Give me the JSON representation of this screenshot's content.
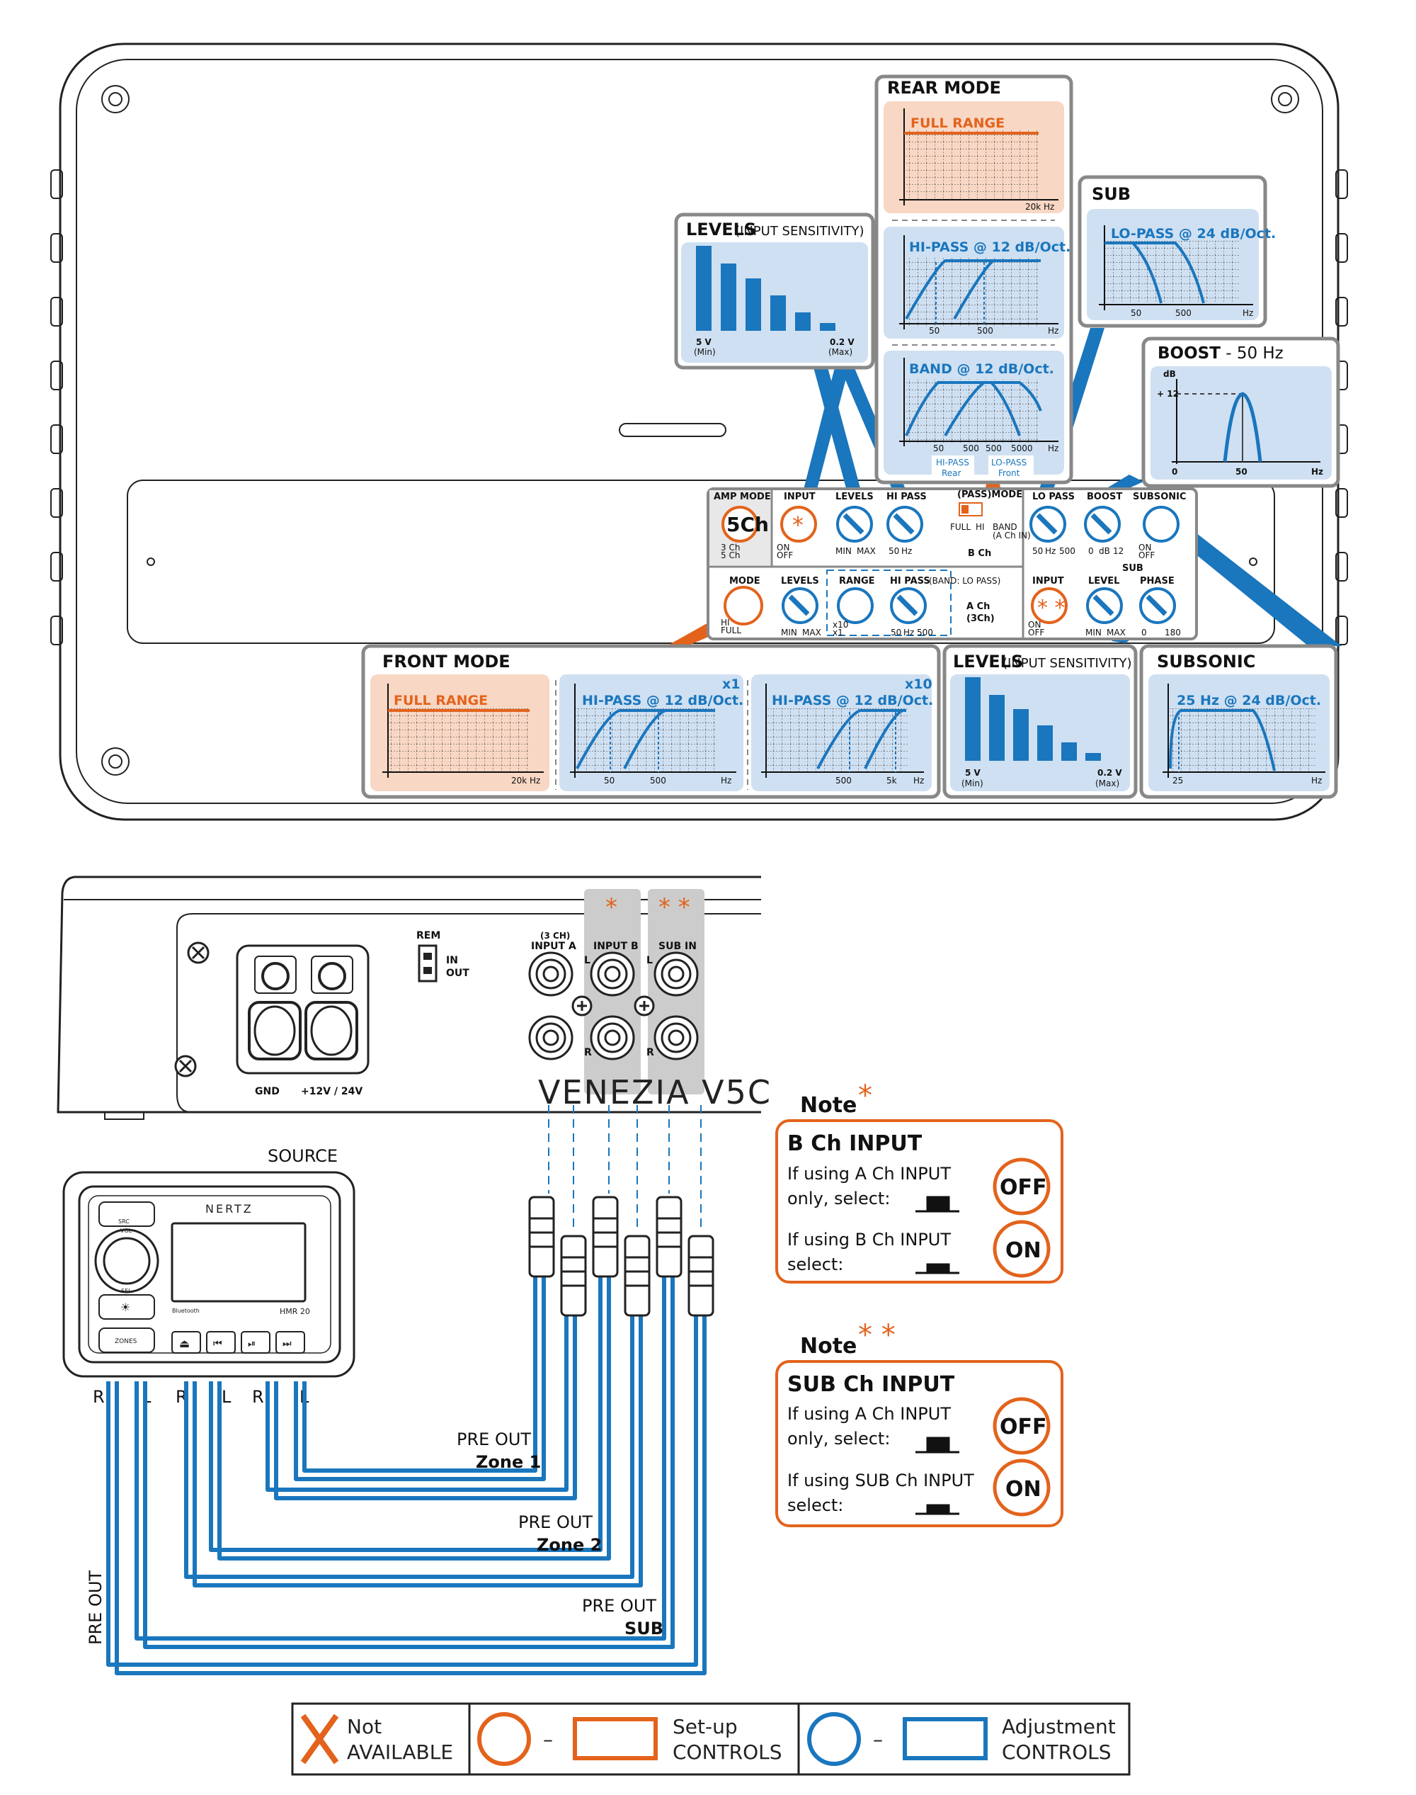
{
  "panels": {
    "rear_mode": {
      "title": "REAR MODE",
      "full_range": "FULL RANGE",
      "full_range_hz": "20k Hz",
      "hipass": "HI-PASS @ 12 dB/Oct.",
      "hipass_ticks": [
        "50",
        "500",
        "Hz"
      ],
      "band": "BAND @ 12 dB/Oct.",
      "band_ticks": [
        "50",
        "500",
        "500",
        "5000",
        "Hz"
      ],
      "band_hp_label": "HI-PASS",
      "band_hp_sub": "Rear",
      "band_lp_label": "LO-PASS",
      "band_lp_sub": "Front"
    },
    "levels_top": {
      "title": "LEVELS",
      "subtitle": "(INPUT SENSITIVITY)",
      "min_v": "5 V",
      "min_l": "(Min)",
      "max_v": "0.2 V",
      "max_l": "(Max)",
      "bar_levels": [
        1.0,
        0.79,
        0.62,
        0.42,
        0.22,
        0.09
      ]
    },
    "sub": {
      "title": "SUB",
      "lopass": "LO-PASS @ 24 dB/Oct.",
      "ticks": [
        "50",
        "500",
        "Hz"
      ]
    },
    "boost": {
      "title": "BOOST",
      "title_sep": " - ",
      "title_freq": "50 Hz",
      "db": "dB",
      "plus12": "+ 12",
      "zero": "0",
      "fifty": "50",
      "hz": "Hz"
    },
    "front_mode": {
      "title": "FRONT MODE",
      "full_range": "FULL RANGE",
      "full_range_hz": "20k Hz",
      "hipass": "HI-PASS @ 12 dB/Oct.",
      "x1": "x1",
      "x1_ticks": [
        "50",
        "500",
        "Hz"
      ],
      "x10": "x10",
      "x10_ticks": [
        "500",
        "5k",
        "Hz"
      ]
    },
    "levels_bottom": {
      "title": "LEVELS",
      "subtitle": "(INPUT SENSITIVITY)",
      "min_v": "5 V",
      "min_l": "(Min)",
      "max_v": "0.2 V",
      "max_l": "(Max)",
      "bar_levels": [
        1.0,
        0.79,
        0.62,
        0.42,
        0.22,
        0.09
      ]
    },
    "subsonic": {
      "title": "SUBSONIC",
      "filter": "25 Hz @ 24 dB/Oct.",
      "ticks": [
        "25",
        "Hz"
      ]
    }
  },
  "controls": {
    "amp_mode": "AMP MODE",
    "amp_5ch": "5Ch",
    "amp_3ch": "3 Ch",
    "amp_5ch_small": "5 Ch",
    "input": "INPUT",
    "on": "ON",
    "off": "OFF",
    "levels": "LEVELS",
    "min": "MIN",
    "max": "MAX",
    "hipass": "HI PASS",
    "hz50": "50",
    "hz": "Hz",
    "hz500": "500",
    "pass_mode": "(PASS)MODE",
    "full": "FULL",
    "hi": "HI",
    "band": "BAND",
    "band_note": "(A Ch IN)",
    "bch": "B Ch",
    "lopass": "LO PASS",
    "boost": "BOOST",
    "boost_0": "0",
    "boost_db": "dB",
    "boost_12": "12",
    "subsonic": "SUBSONIC",
    "sub_label": "SUB",
    "mode": "MODE",
    "hi_small": "HI",
    "full_small": "FULL",
    "range": "RANGE",
    "x10": "x10",
    "x1": "x1",
    "hipass_band": "HI PASS",
    "hipass_band_note": "(BAND: LO PASS)",
    "ach": "A Ch",
    "ach_sub": "(3Ch)",
    "sub_input": "INPUT",
    "sub_level": "LEVEL",
    "phase": "PHASE",
    "ph0": "0",
    "ph180": "180"
  },
  "amp_side": {
    "rem": "REM",
    "in": "IN",
    "out": "OUT",
    "gnd": "GND",
    "power": "+12V / 24V",
    "input_a_top": "(3 CH)",
    "input_a": "INPUT A",
    "input_b": "INPUT B",
    "sub_in": "SUB IN",
    "l": "L",
    "r": "R",
    "star1": "*",
    "star2": "* *",
    "brand": "VENEZIA  V5C"
  },
  "source": {
    "title": "SOURCE",
    "brand": "NERTZ",
    "model": "HMR 20",
    "bluetooth": "Bluetooth",
    "src": "SRC",
    "vol": "VOL",
    "sel": "SEL",
    "zones": "ZONES",
    "outputs": [
      "R",
      "L",
      "R",
      "L",
      "R",
      "L"
    ]
  },
  "wiring": {
    "preout1": "PRE OUT",
    "zone1": "Zone 1",
    "preout2": "PRE OUT",
    "zone2": "Zone 2",
    "preout3": "PRE OUT",
    "sub": "SUB",
    "preout_vertical": "PRE OUT"
  },
  "notes": [
    {
      "heading": "Note",
      "star": "*",
      "title": "B Ch INPUT",
      "line1a": "If using A Ch INPUT",
      "line1b": "only, select:",
      "btn1": "OFF",
      "line2a": "If using B Ch INPUT",
      "line2b": "select:",
      "btn2": "ON"
    },
    {
      "heading": "Note",
      "star": "* *",
      "title": "SUB Ch INPUT",
      "line1a": "If using A Ch INPUT",
      "line1b": "only, select:",
      "btn1": "OFF",
      "line2a": "If using SUB Ch INPUT",
      "line2b": "select:",
      "btn2": "ON"
    }
  ],
  "legend": {
    "not": "Not",
    "available": "AVAILABLE",
    "setup1": "Set-up",
    "setup2": "CONTROLS",
    "adj1": "Adjustment",
    "adj2": "CONTROLS",
    "dash": "–"
  },
  "colors": {
    "blue": "#1a76bd",
    "orange": "#e3631c",
    "light_blue": "#cfe0f2",
    "light_orange": "#f8d7c4"
  }
}
